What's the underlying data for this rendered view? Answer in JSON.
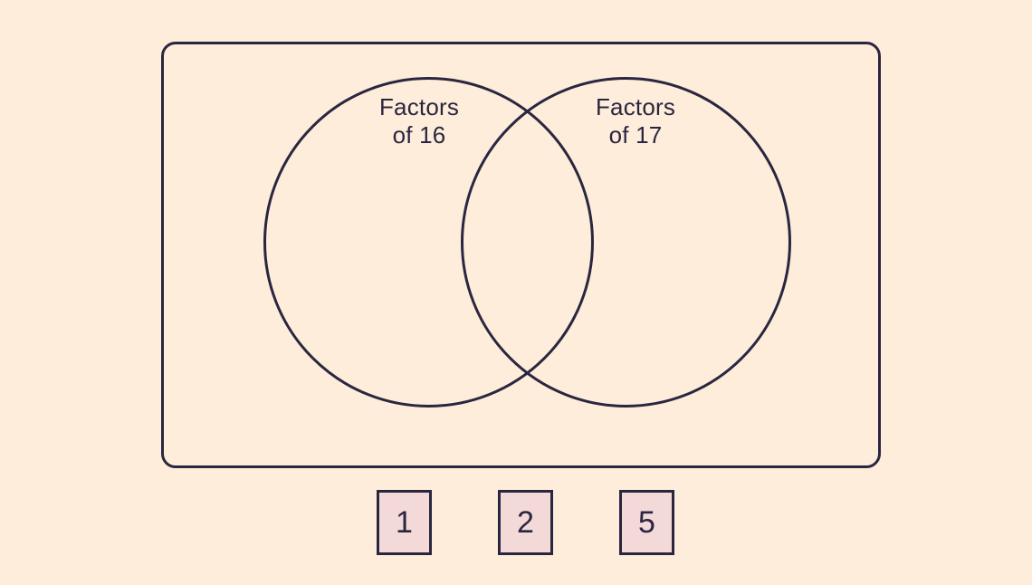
{
  "background_color": "#fdedda",
  "stroke_color": "#2b2640",
  "tile_fill_color": "#f3d9d8",
  "activity": {
    "type": "venn-diagram-sort",
    "frame": {
      "shape": "rounded-rectangle"
    },
    "circles": [
      {
        "id": "left",
        "label": "Factors\nof 16",
        "label_line_1": "Factors",
        "label_line_2": "of 16",
        "set_value": 16
      },
      {
        "id": "right",
        "label": "Factors\nof 17",
        "label_line_1": "Factors",
        "label_line_2": "of 17",
        "set_value": 17
      }
    ],
    "tiles": [
      {
        "id": "tile-1",
        "label": "1"
      },
      {
        "id": "tile-2",
        "label": "2"
      },
      {
        "id": "tile-5",
        "label": "5"
      }
    ]
  }
}
